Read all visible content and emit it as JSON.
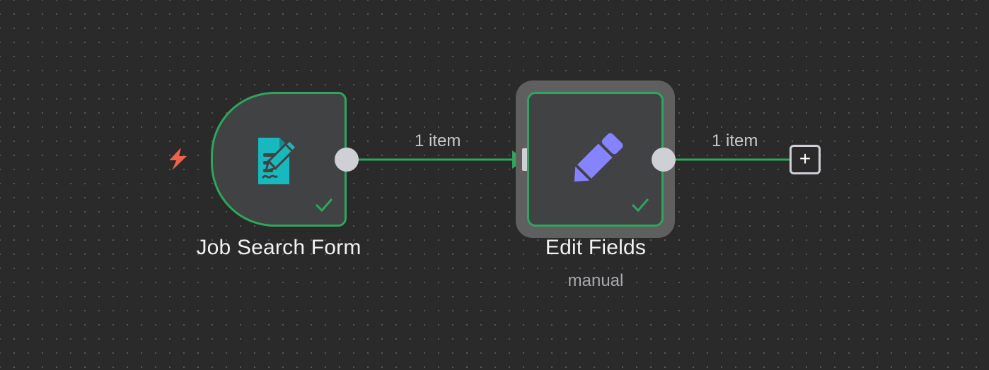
{
  "workflow": {
    "nodes": [
      {
        "name": "Job Search Form",
        "subtitle": "",
        "icon": "form-clipboard-icon",
        "icon_color": "#17b8be",
        "status": "success",
        "is_trigger": true
      },
      {
        "name": "Edit Fields",
        "subtitle": "manual",
        "icon": "pencil-icon",
        "icon_color": "#8583ff",
        "status": "success",
        "is_trigger": false
      }
    ],
    "edges": [
      {
        "label": "1 item"
      },
      {
        "label": "1 item"
      }
    ],
    "add_button_label": "+",
    "trigger_icon": "lightning-bolt-icon",
    "trigger_color": "#f0604d",
    "success_color": "#2fa55e"
  }
}
